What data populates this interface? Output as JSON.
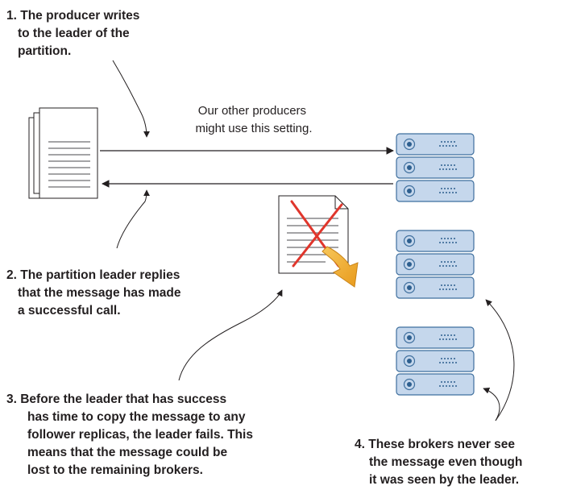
{
  "callouts": {
    "step1": [
      "1. The producer writes",
      "to the leader of the",
      "partition."
    ],
    "step2": [
      "2. The partition leader replies",
      "that the message has made",
      "a successful call."
    ],
    "step3": [
      "3. Before the leader that has success",
      "has time to copy the message to any",
      "follower replicas, the leader fails. This",
      "means that the message could be",
      "lost to the remaining brokers."
    ],
    "step4": [
      "4. These brokers never see",
      "the message even though",
      "it was seen by the leader."
    ]
  },
  "note": [
    "Our other producers",
    "might use this setting."
  ],
  "icons": {
    "producer": "document-stack-icon",
    "failed_message": "crossed-out-document-icon",
    "server": "server-icon"
  },
  "colors": {
    "server_fill": "#c5d7ec",
    "server_stroke": "#3f6f9e",
    "cross": "#e0362c",
    "arrow": "#f2b233"
  }
}
